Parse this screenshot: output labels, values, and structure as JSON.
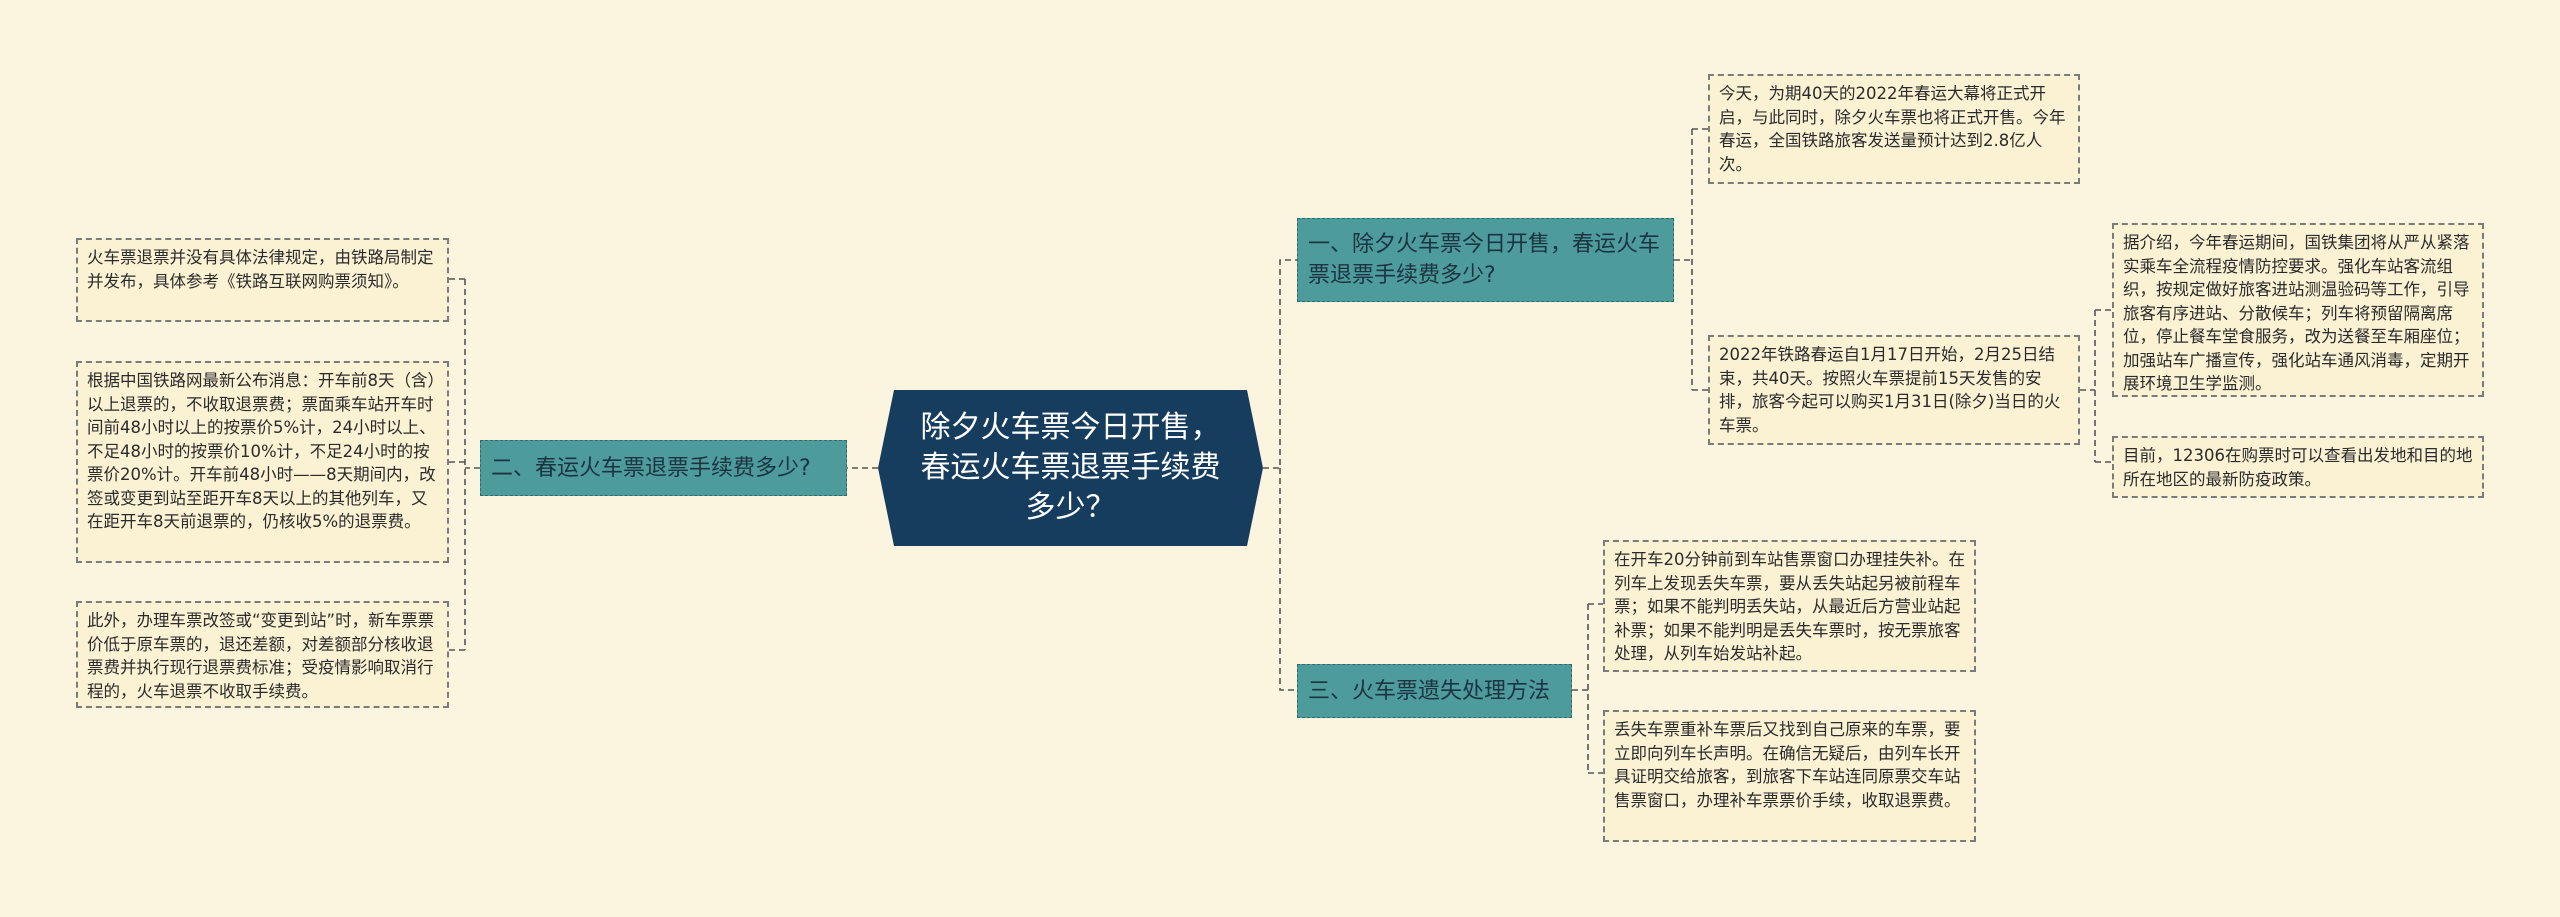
{
  "root": {
    "label": "除夕火车票今日开售，春运火车票退票手续费多少？"
  },
  "branches": [
    {
      "label": "一、除夕火车票今日开售，春运火车票退票手续费多少?",
      "items": [
        "今天，为期40天的2022年春运大幕将正式开启，与此同时，除夕火车票也将正式开售。今年春运，全国铁路旅客发送量预计达到2.8亿人次。",
        "2022年铁路春运自1月17日开始，2月25日结束，共40天。按照火车票提前15天发售的安排，旅客今起可以购买1月31日(除夕)当日的火车票。"
      ],
      "subitems": [
        "据介绍，今年春运期间，国铁集团将从严从紧落实乘车全流程疫情防控要求。强化车站客流组织，按规定做好旅客进站测温验码等工作，引导旅客有序进站、分散候车；列车将预留隔离席位，停止餐车堂食服务，改为送餐至车厢座位；加强站车广播宣传，强化站车通风消毒，定期开展环境卫生学监测。",
        "目前，12306在购票时可以查看出发地和目的地所在地区的最新防疫政策。"
      ]
    },
    {
      "label": "二、春运火车票退票手续费多少?",
      "items": [
        "火车票退票并没有具体法律规定，由铁路局制定并发布，具体参考《铁路互联网购票须知》。",
        "根据中国铁路网最新公布消息：开车前8天（含）以上退票的，不收取退票费；票面乘车站开车时间前48小时以上的按票价5%计，24小时以上、不足48小时的按票价10%计，不足24小时的按票价20%计。开车前48小时——8天期间内，改签或变更到站至距开车8天以上的其他列车，又在距开车8天前退票的，仍核收5%的退票费。",
        "此外，办理车票改签或“变更到站”时，新车票票价低于原车票的，退还差额，对差额部分核收退票费并执行现行退票费标准；受疫情影响取消行程的，火车退票不收取手续费。"
      ]
    },
    {
      "label": "三、火车票遗失处理方法",
      "items": [
        "在开车20分钟前到车站售票窗口办理挂失补。在列车上发现丢失车票，要从丢失站起另被前程车票；如果不能判明丢失站，从最近后方营业站起补票；如果不能判明是丢失车票时，按无票旅客处理，从列车始发站补起。",
        "丢失车票重补车票后又找到自己原来的车票，要立即向列车长声明。在确信无疑后，由列车长开具证明交给旅客，到旅客下车站连同原票交车站售票窗口，办理补车票票价手续，收取退票费。"
      ]
    }
  ],
  "colors": {
    "background": "#fbf5df",
    "root": "#163c5e",
    "branch": "#4d9b9a",
    "leaf": "#fbf1d3",
    "connector": "#555555"
  }
}
